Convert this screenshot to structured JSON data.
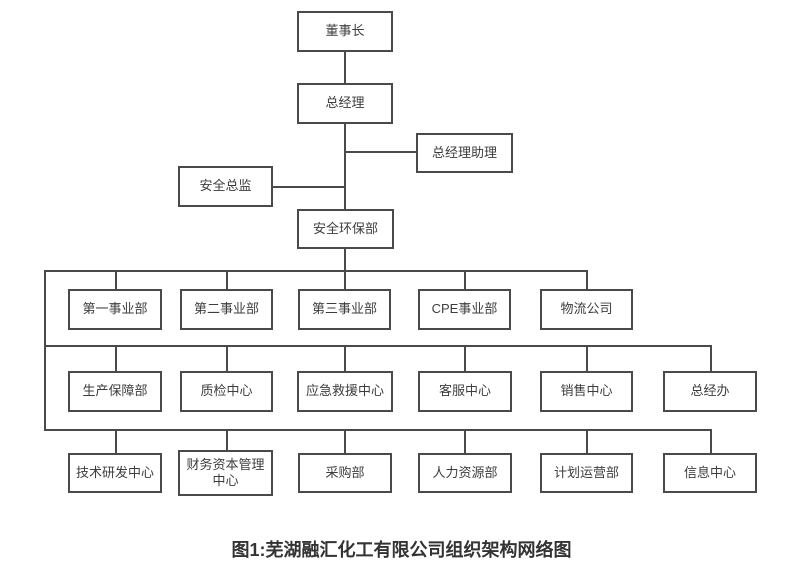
{
  "diagram": {
    "caption": "图1:芜湖融汇化工有限公司组织架构网络图",
    "colors": {
      "background": "#ffffff",
      "box_border": "#4a4a4a",
      "box_text": "#3d3d3d",
      "line": "#4a4a4a"
    },
    "nodes": {
      "chairman": "董事长",
      "general_manager": "总经理",
      "gm_assistant": "总经理助理",
      "safety_director": "安全总监",
      "safety_env_dept": "安全环保部",
      "row1": [
        "第一事业部",
        "第二事业部",
        "第三事业部",
        "CPE事业部",
        "物流公司"
      ],
      "row2": [
        "生产保障部",
        "质检中心",
        "应急救援中心",
        "客服中心",
        "销售中心",
        "总经办"
      ],
      "row3": [
        "技术研发中心",
        "财务资本管理中心",
        "采购部",
        "人力资源部",
        "计划运营部",
        "信息中心"
      ]
    },
    "hierarchy": {
      "董事长": [
        "总经理"
      ],
      "总经理": [
        "总经理助理",
        "安全总监",
        "安全环保部"
      ],
      "安全环保部": [
        "第一事业部",
        "第二事业部",
        "第三事业部",
        "CPE事业部",
        "物流公司",
        "生产保障部",
        "质检中心",
        "应急救援中心",
        "客服中心",
        "销售中心",
        "总经办",
        "技术研发中心",
        "财务资本管理中心",
        "采购部",
        "人力资源部",
        "计划运营部",
        "信息中心"
      ]
    }
  }
}
